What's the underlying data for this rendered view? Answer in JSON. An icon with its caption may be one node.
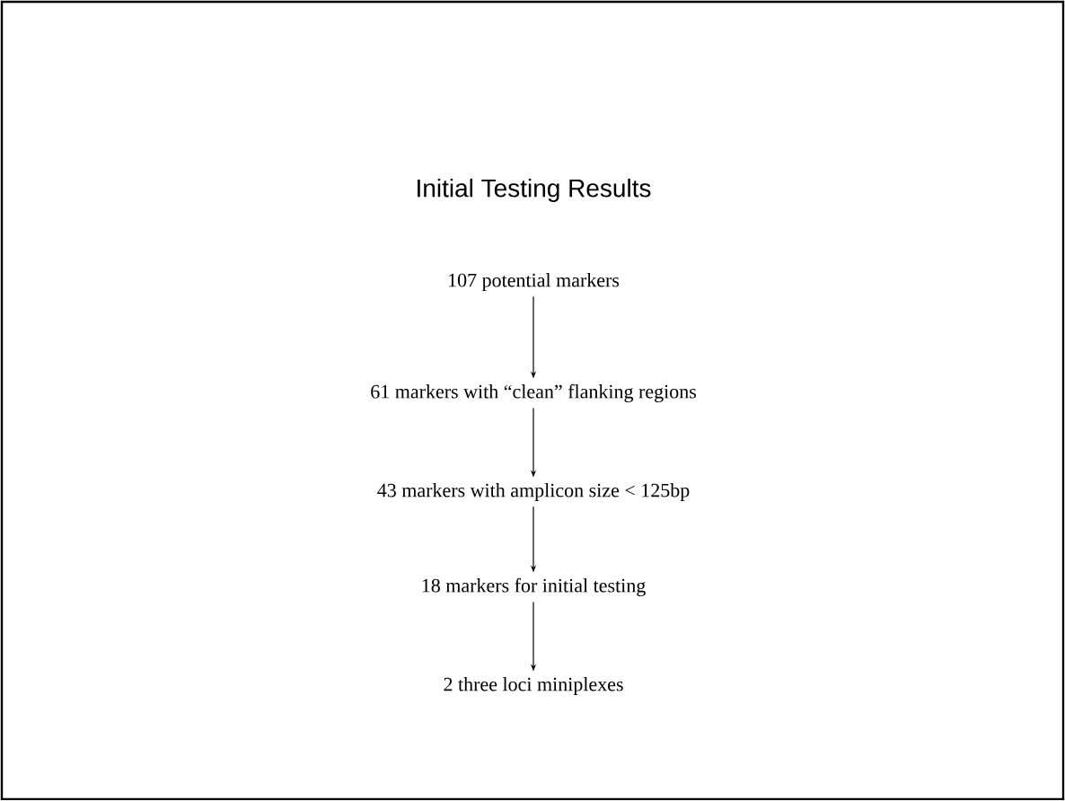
{
  "diagram": {
    "title": "Initial Testing Results",
    "nodes": [
      {
        "text": [
          "107 potential markers"
        ]
      },
      {
        "text": [
          "61 markers with “clean” flanking regions"
        ]
      },
      {
        "text": [
          "43 markers with amplicon size < 125bp"
        ]
      },
      {
        "text": [
          "18 markers for initial testing"
        ]
      },
      {
        "text": [
          "2 three loci miniplexes"
        ]
      }
    ],
    "edges": [
      {
        "from": 0,
        "to": 1,
        "arrow": "to"
      },
      {
        "from": 1,
        "to": 2,
        "arrow": "to"
      },
      {
        "from": 2,
        "to": 3,
        "arrow": "to"
      },
      {
        "from": 3,
        "to": 4,
        "arrow": "to"
      }
    ]
  }
}
